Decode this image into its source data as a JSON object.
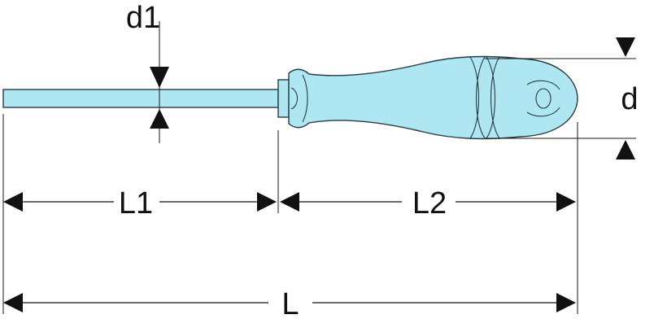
{
  "diagram": {
    "labels": {
      "shaft_diameter": "d1",
      "handle_diameter": "d",
      "shaft_length": "L1",
      "handle_length": "L2",
      "overall_length": "L"
    },
    "colors": {
      "tool_fill": "#aee6f2",
      "tool_outline": "#2a3a44",
      "dimension_lines": "#111111",
      "background": "#ffffff"
    }
  }
}
